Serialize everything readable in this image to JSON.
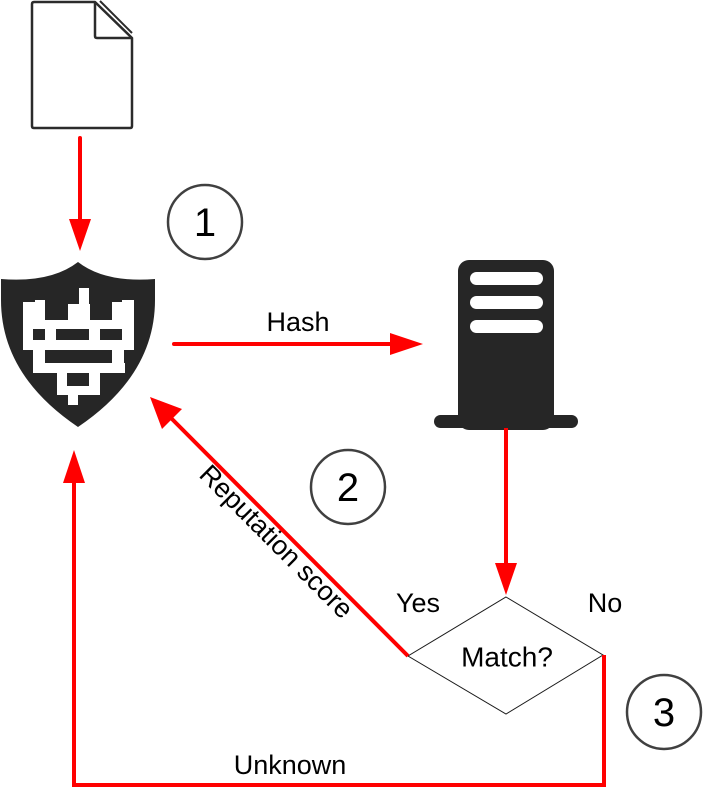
{
  "diagram": {
    "title": "",
    "colors": {
      "arrow": "#ff0000",
      "icon": "#262626",
      "outline": "#333333",
      "step_circle": "#404040",
      "text": "#000000",
      "background": "#ffffff"
    },
    "nodes": {
      "file": {
        "icon": "document-icon",
        "label": ""
      },
      "firewall": {
        "icon": "firewall-shield-icon",
        "label": ""
      },
      "server": {
        "icon": "server-icon",
        "label": ""
      },
      "decision": {
        "shape": "diamond",
        "label": "Match?"
      }
    },
    "edges": {
      "file_to_firewall": {
        "from": "file",
        "to": "firewall",
        "label": ""
      },
      "hash": {
        "from": "firewall",
        "to": "server",
        "label": "Hash"
      },
      "server_to_decision": {
        "from": "server",
        "to": "decision",
        "label": ""
      },
      "reputation": {
        "from": "decision",
        "to": "firewall",
        "label": "Reputation score",
        "branch": "Yes"
      },
      "unknown": {
        "from": "decision",
        "to": "firewall",
        "label": "Unknown",
        "branch": "No"
      }
    },
    "branches": {
      "yes": "Yes",
      "no": "No"
    },
    "steps": [
      "1",
      "2",
      "3"
    ]
  }
}
